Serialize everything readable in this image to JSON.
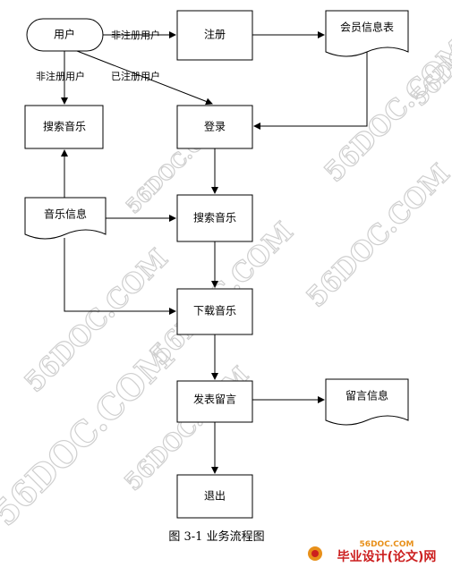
{
  "nodes": {
    "user": "用户",
    "register": "注册",
    "member_table": "会员信息表",
    "search_music_left": "搜索音乐",
    "login": "登录",
    "music_info": "音乐信息",
    "search_music_center": "搜索音乐",
    "download_music": "下载音乐",
    "post_message": "发表留言",
    "message_info": "留言信息",
    "logout": "退出"
  },
  "edges": {
    "user_to_register": "非注册用户",
    "user_to_search": "非注册用户",
    "user_to_login": "已注册用户"
  },
  "watermark": "56DOC.COM",
  "caption": "图 3-1 业务流程图",
  "brand": {
    "site": "56DOC.COM",
    "name": "毕业设计(论文)网"
  },
  "colors": {
    "watermark": "#cfcfcf",
    "brand_red": "#cc1e1e",
    "brand_orange": "#e8901a"
  }
}
